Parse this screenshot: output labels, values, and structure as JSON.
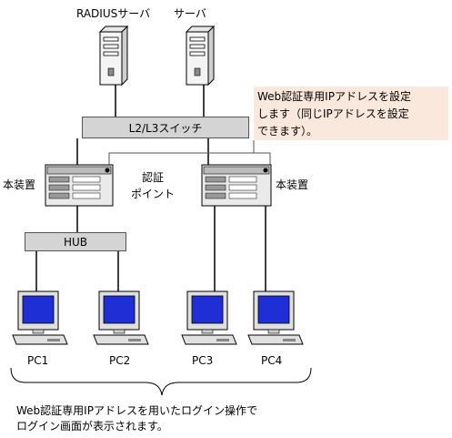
{
  "servers": {
    "radius_label": "RADIUSサーバ",
    "server_label": "サーバ"
  },
  "switch": {
    "label": "L2/L3スイッチ"
  },
  "note": {
    "text": "Web認証専用IPアドレスを設定\nします（同じIPアドレスを設定\nできます）。"
  },
  "devices": {
    "left_label": "本装置",
    "right_label": "本装置",
    "auth_point_label": "認証\nポイント"
  },
  "hub": {
    "label": "HUB"
  },
  "pcs": [
    {
      "label": "PC1"
    },
    {
      "label": "PC2"
    },
    {
      "label": "PC3"
    },
    {
      "label": "PC4"
    }
  ],
  "bottom_text": "Web認証専用IPアドレスを用いたログイン操作で\nログイン画面が表示されます。",
  "colors": {
    "screen": "#1e2fd6",
    "box_fill": "#d4d4d4",
    "note_fill": "#fbe8dc"
  }
}
